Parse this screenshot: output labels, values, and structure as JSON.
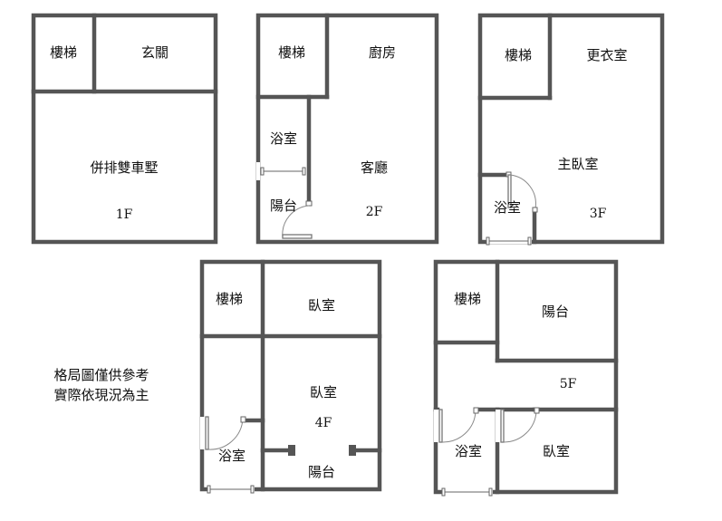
{
  "floors": [
    {
      "floor": "1F",
      "rooms": [
        "樓梯",
        "玄關",
        "併排雙車墅"
      ]
    },
    {
      "floor": "2F",
      "rooms": [
        "樓梯",
        "廚房",
        "浴室",
        "客廳",
        "陽台"
      ]
    },
    {
      "floor": "3F",
      "rooms": [
        "樓梯",
        "更衣室",
        "主臥室",
        "浴室"
      ]
    },
    {
      "floor": "4F",
      "rooms": [
        "樓梯",
        "臥室",
        "臥室",
        "浴室",
        "陽台"
      ]
    },
    {
      "floor": "5F",
      "rooms": [
        "樓梯",
        "陽台",
        "浴室",
        "臥室"
      ]
    }
  ],
  "note": {
    "line1": "格局圖僅供參考",
    "line2": "實際依現況為主"
  },
  "colors": {
    "wall": "#555555",
    "text": "#111111",
    "background": "#ffffff"
  }
}
